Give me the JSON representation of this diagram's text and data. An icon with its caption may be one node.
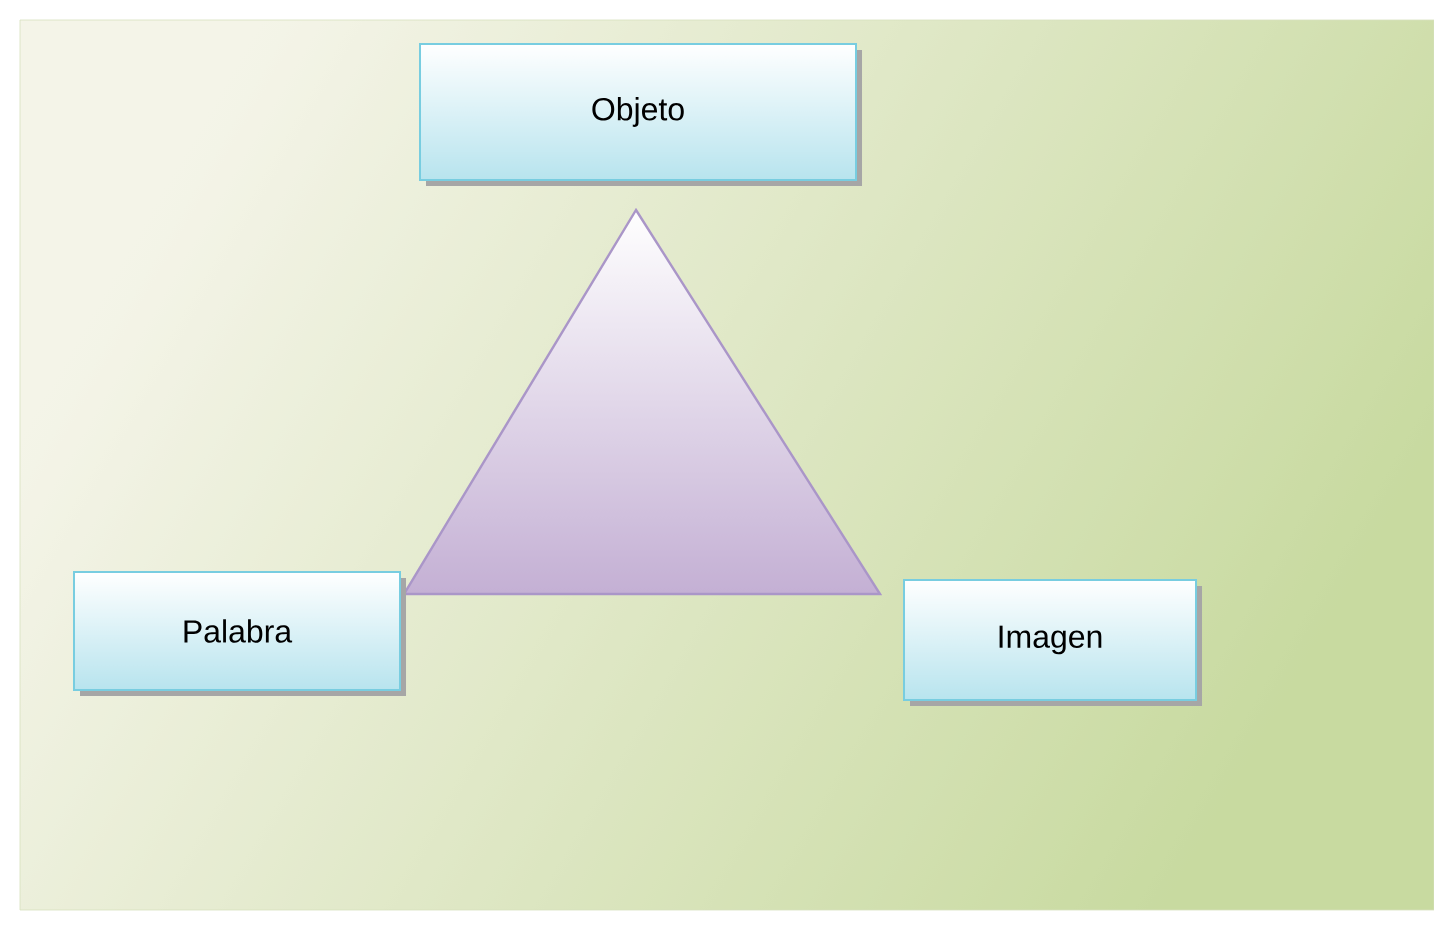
{
  "diagram": {
    "nodes": [
      {
        "text": [
          "Objeto"
        ]
      },
      {
        "text": [
          "Palabra"
        ]
      },
      {
        "text": [
          "Imagen"
        ]
      }
    ]
  }
}
